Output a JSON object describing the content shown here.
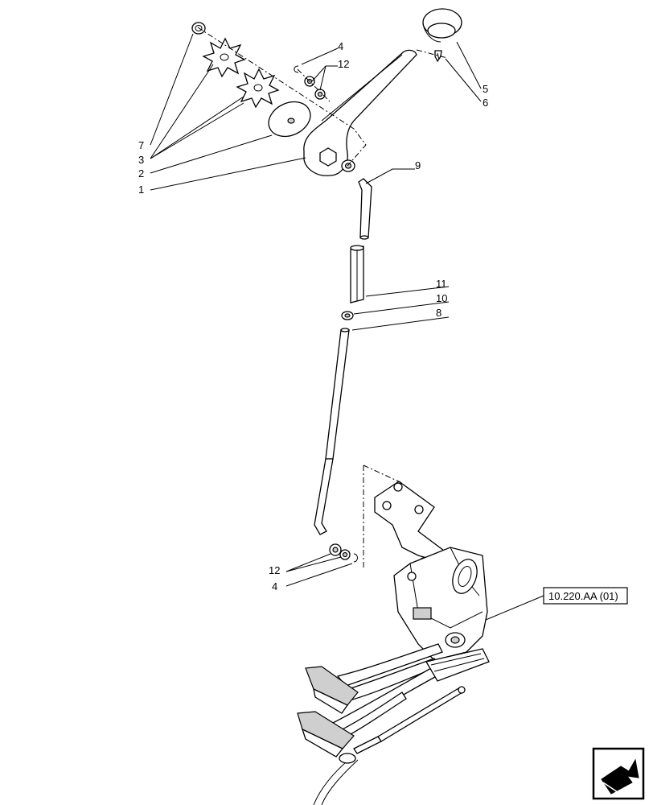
{
  "callouts": {
    "c1": "1",
    "c2": "2",
    "c3": "3",
    "c4_top": "4",
    "c4_bottom": "4",
    "c5": "5",
    "c6": "6",
    "c7": "7",
    "c8": "8",
    "c9": "9",
    "c10": "10",
    "c11": "11",
    "c12_top": "12",
    "c12_bottom": "12"
  },
  "reference_box": {
    "label": "10.220.AA (01)"
  },
  "icons": {
    "nav": "next-page-arrow-icon"
  }
}
